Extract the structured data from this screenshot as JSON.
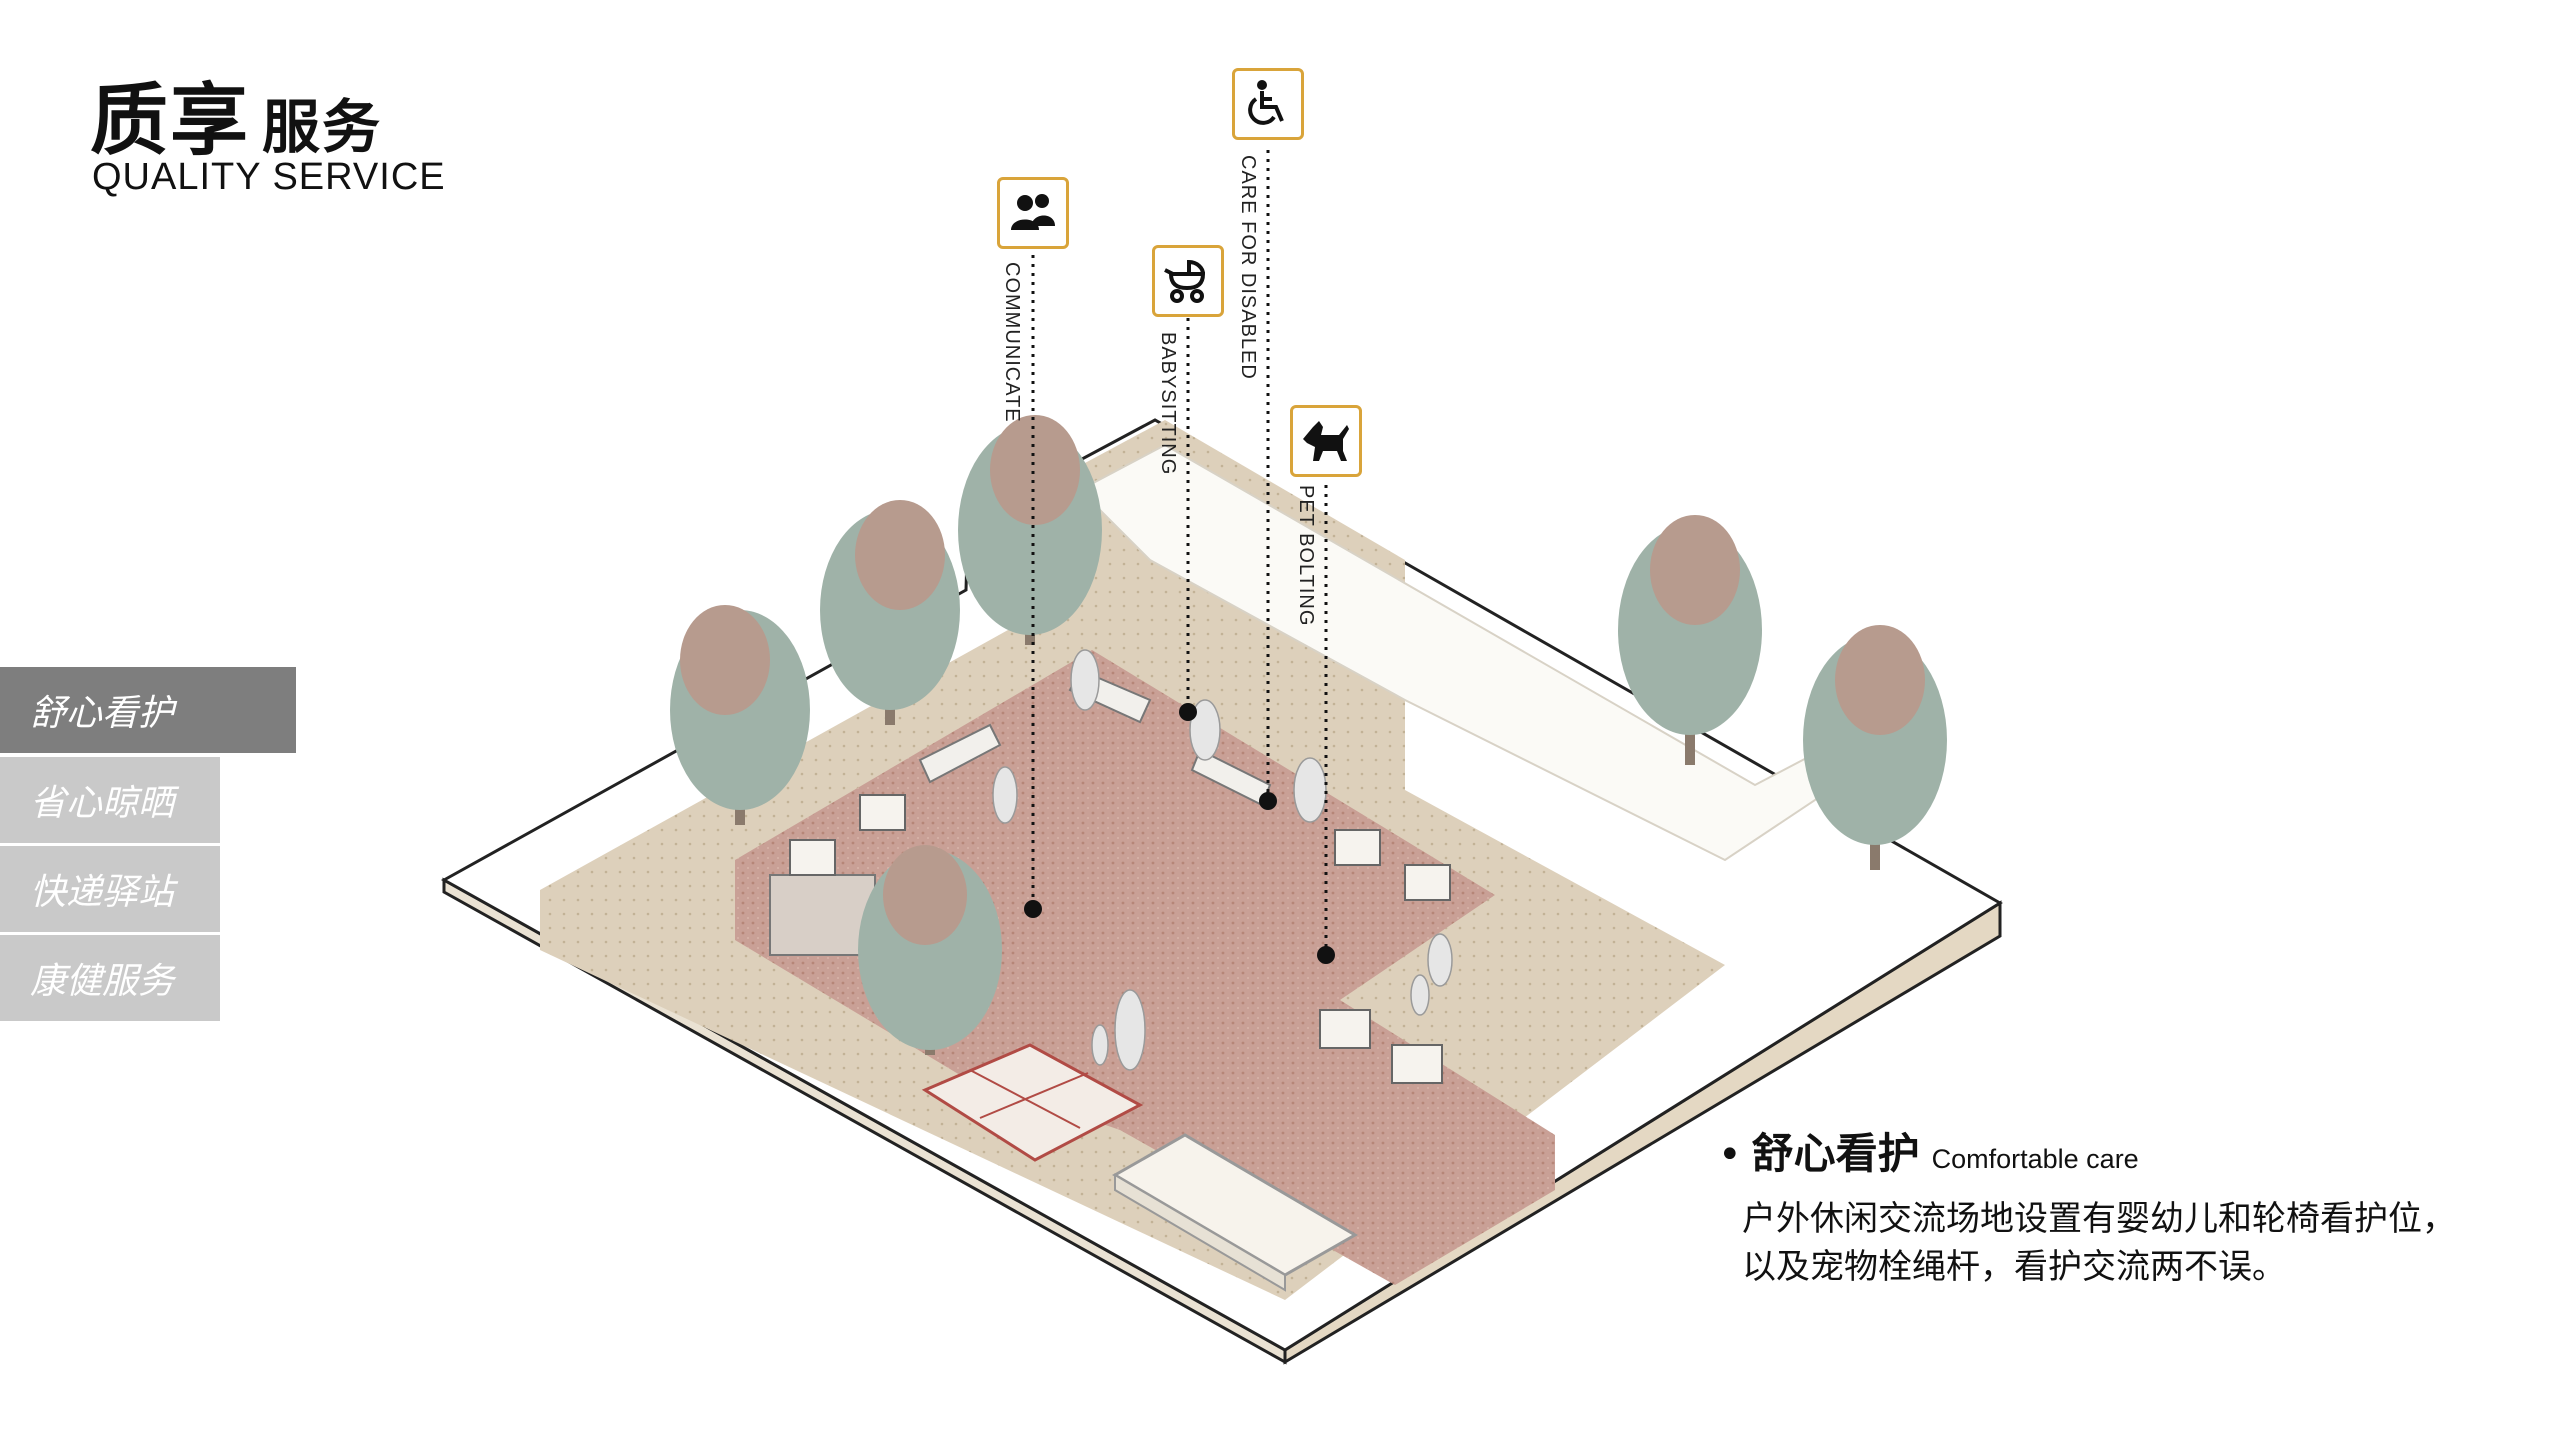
{
  "header": {
    "title_cn_main": "质享",
    "title_cn_sub": "服务",
    "title_en": "QUALITY SERVICE"
  },
  "sidebar": {
    "items": [
      {
        "label": "舒心看护",
        "active": true
      },
      {
        "label": "省心晾晒",
        "active": false
      },
      {
        "label": "快递驿站",
        "active": false
      },
      {
        "label": "康健服务",
        "active": false
      }
    ]
  },
  "callouts": [
    {
      "label": "COMMUNICATE",
      "icon": "people-icon"
    },
    {
      "label": "BABYSITTING",
      "icon": "stroller-icon"
    },
    {
      "label": "CARE FOR DISABLED",
      "icon": "wheelchair-icon"
    },
    {
      "label": "PET BOLTING",
      "icon": "dog-icon"
    }
  ],
  "description": {
    "title_cn": "舒心看护",
    "title_en": "Comfortable care",
    "body": "户外休闲交流场地设置有婴幼儿和轮椅看护位，以及宠物栓绳杆，看护交流两不误。"
  },
  "colors": {
    "accent": "#d9a43a",
    "plaza": "#c9a096",
    "ground": "#ddd0bb",
    "sidebar_active": "#7e7e7e",
    "sidebar_inactive": "#c9c9c9"
  }
}
